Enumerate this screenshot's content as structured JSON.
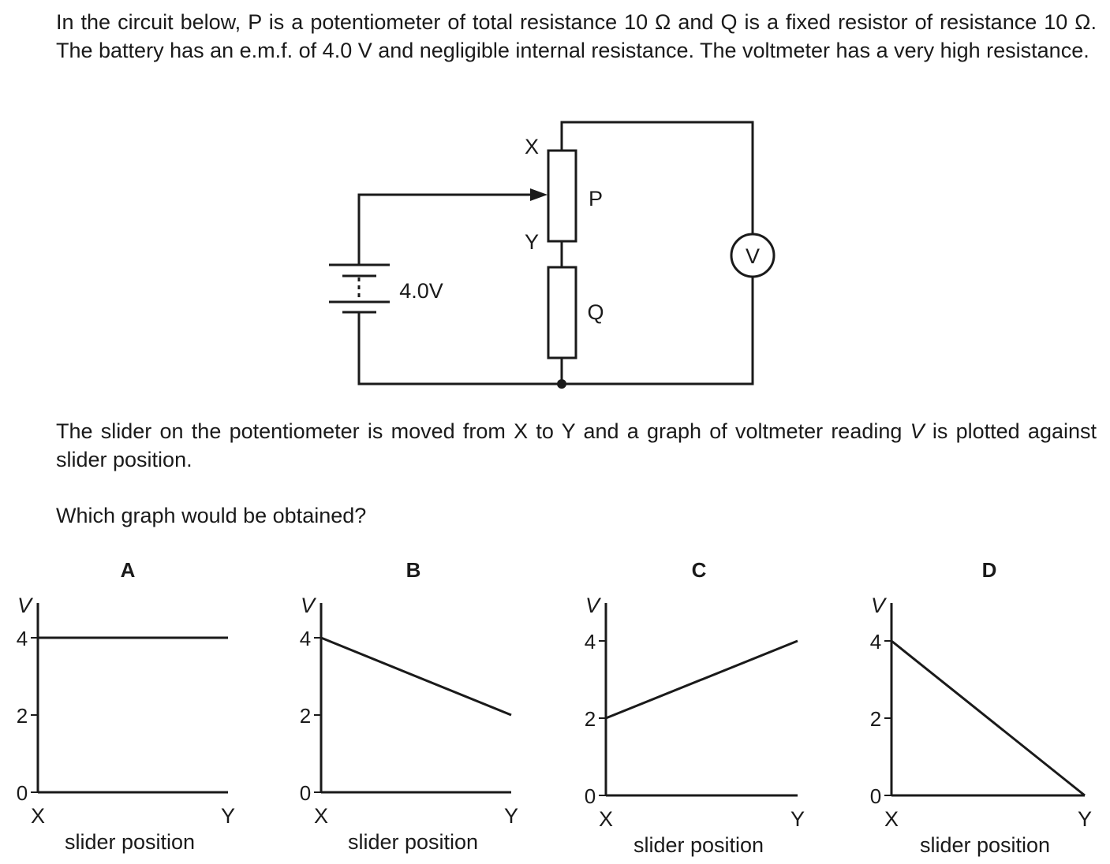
{
  "question": {
    "intro": "In the circuit below, P is a potentiometer of total resistance 10 Ω and Q is a fixed resistor of resistance 10 Ω. The battery has an e.m.f. of 4.0 V and negligible internal resistance. The voltmeter has a very high resistance.",
    "slider_pre": "The slider on the potentiometer is moved from X to Y and a graph of voltmeter reading ",
    "slider_var": "V",
    "slider_post": " is plotted against slider position.",
    "prompt": "Which graph would be obtained?"
  },
  "circuit": {
    "label_x": "X",
    "label_y": "Y",
    "label_p": "P",
    "label_q": "Q",
    "label_voltmeter": "V",
    "label_emf": "4.0V"
  },
  "chart_data": [
    {
      "type": "line",
      "title": "A",
      "ylabel": "V",
      "xlabel": "slider position",
      "x_ticks": [
        "X",
        "Y"
      ],
      "y_ticks": [
        "0",
        "2",
        "4"
      ],
      "ylim": [
        0,
        4
      ],
      "x": [
        0,
        1
      ],
      "y": [
        4,
        4
      ]
    },
    {
      "type": "line",
      "title": "B",
      "ylabel": "V",
      "xlabel": "slider position",
      "x_ticks": [
        "X",
        "Y"
      ],
      "y_ticks": [
        "0",
        "2",
        "4"
      ],
      "ylim": [
        0,
        4
      ],
      "x": [
        0,
        1
      ],
      "y": [
        4,
        2
      ]
    },
    {
      "type": "line",
      "title": "C",
      "ylabel": "V",
      "xlabel": "slider position",
      "x_ticks": [
        "X",
        "Y"
      ],
      "y_ticks": [
        "0",
        "2",
        "4"
      ],
      "ylim": [
        0,
        4
      ],
      "x": [
        0,
        1
      ],
      "y": [
        2,
        4
      ]
    },
    {
      "type": "line",
      "title": "D",
      "ylabel": "V",
      "xlabel": "slider position",
      "x_ticks": [
        "X",
        "Y"
      ],
      "y_ticks": [
        "0",
        "2",
        "4"
      ],
      "ylim": [
        0,
        4
      ],
      "x": [
        0,
        1
      ],
      "y": [
        4,
        0
      ]
    }
  ]
}
